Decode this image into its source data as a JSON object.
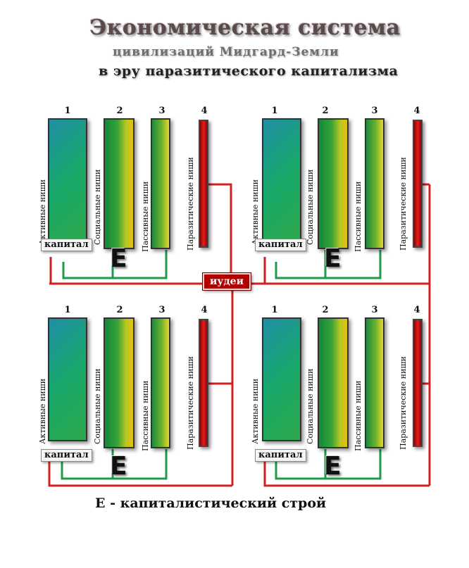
{
  "header": {
    "title": "Экономическая система",
    "subtitle": "цивилизаций Мидгард-Земли",
    "subtitle2": "в эру паразитического капитализма"
  },
  "column_numbers": [
    "1",
    "2",
    "3",
    "4"
  ],
  "column_labels": {
    "active": "Активные ниши",
    "social": "Социальные ниши",
    "passive": "Пассивные ниши",
    "parasitic": "Паразитические ниши"
  },
  "capital_label": "капитал",
  "e_label": "E",
  "center_label": "иудеи",
  "footer": "E - капиталистический строй",
  "colors": {
    "green_wire": "#1e9a4a",
    "red_wire": "#d02020",
    "parasitic_red": "#e02020",
    "center_box": "#b00000"
  }
}
